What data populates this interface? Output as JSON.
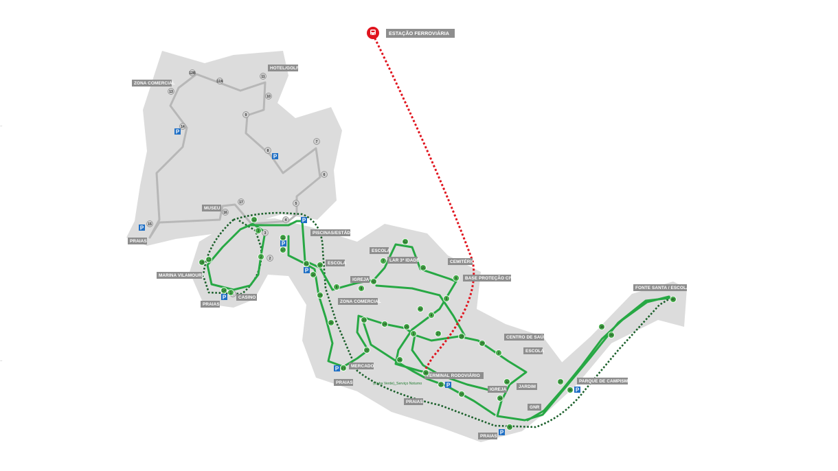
{
  "colors": {
    "area": "#dcdcdc",
    "route_grey": "#b8b8b8",
    "route_green": "#27a844",
    "night_line": "#1a5f2a",
    "rail_line": "#e0141e",
    "label_bg": "#8e8e8e",
    "parking": "#1f6fc5"
  },
  "station": {
    "label": "ESTAÇÃO FERROVIÁRIA",
    "icon": "train-icon"
  },
  "night_service_label": "(Linha Verde)_Serviço Noturno",
  "parking_symbol": "P",
  "labels": {
    "zona_comercial_n": "ZONA COMERCIAL",
    "hotel_golfe": "HOTEL/GOLFE",
    "museu": "MUSEU",
    "praias_w": "PRAIAS",
    "marina": "MARINA VILAMOURA",
    "praias_sw": "PRAIAS",
    "casino": "CASINO",
    "piscinas": "PISCINAS/ESTÁDIO",
    "escola_1": "ESCOLA",
    "escola_2": "ESCOLA",
    "lar": "LAR 3ª IDADE",
    "cemiterio": "CEMITÉRIO",
    "base_civil": "BASE PROTEÇÃO CIVIL",
    "igreja_1": "IGREJA",
    "zona_comercial_c": "ZONA COMERCIAL",
    "mercado": "MERCADO",
    "praias_c": "PRAIAS",
    "praias_s": "PRAIAS",
    "centro_saude": "CENTRO DE SAÚDE",
    "escola_3": "ESCOLA",
    "terminal": "TERMINAL RODOVIÁRIO",
    "igreja_2": "IGREJA",
    "jardim": "JARDIM",
    "gnr": "GNR",
    "praias_se": "PRAIAS",
    "campismo": "PARQUE DE CAMPISMO",
    "fonte_santa": "FONTE SANTA / ESCOLA"
  },
  "grey_stops": [
    "12B",
    "12A",
    "11",
    "10",
    "13",
    "9",
    "14",
    "8",
    "7",
    "6",
    "5",
    "4",
    "17",
    "16",
    "15",
    "3",
    "2",
    "1"
  ],
  "green_stops": [
    "12",
    "11",
    "17",
    "10",
    "3",
    "2",
    "13",
    "18",
    "14",
    "1",
    "62",
    "7",
    "16",
    "15",
    "9",
    "8",
    "6",
    "5",
    "19",
    "20",
    "4",
    "23",
    "24",
    "22",
    "21",
    "25",
    "26",
    "3",
    "27",
    "28",
    "29",
    "30",
    "2",
    "31",
    "32",
    "33",
    "34",
    "35",
    "36",
    "37",
    "38",
    "39",
    "40",
    "41",
    "42",
    "43"
  ]
}
